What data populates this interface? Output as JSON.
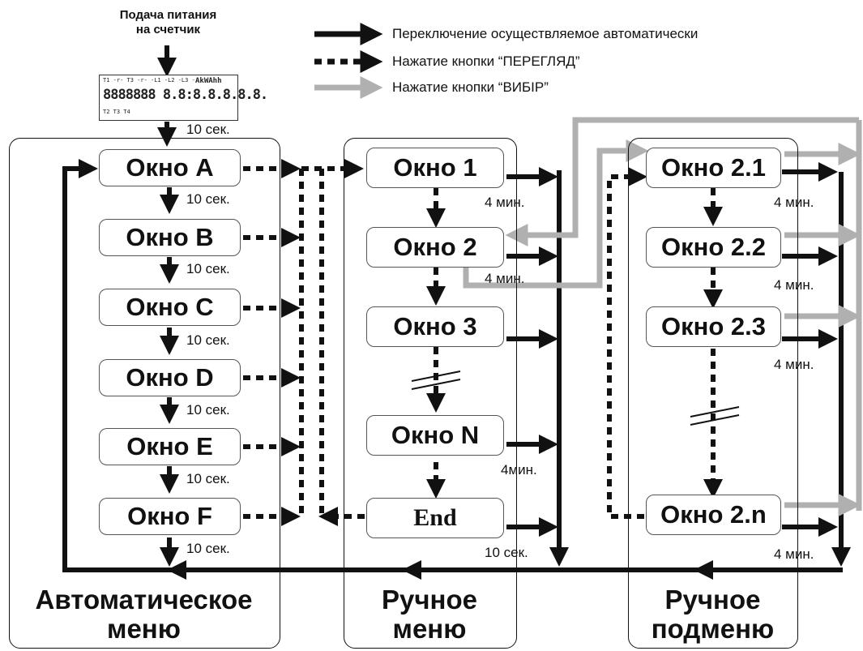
{
  "header": {
    "power_line1": "Подача питания",
    "power_line2": "на счетчик"
  },
  "lcd": {
    "top_row": "T1 -r- T3 -r- -L1 -L2 -L3 -",
    "unit": "AkWAhh",
    "digits": "8888888 8.8:8.8.8.8.8.",
    "bottom_row": "T2 T3 T4"
  },
  "legend": {
    "auto_switch": "Переключение осуществляемое автоматически",
    "press_peregliad": "Нажатие кнопки “ПЕРЕГЛЯД”",
    "press_vybir": "Нажатие кнопки “ВИБІР”"
  },
  "auto_menu": {
    "title_line1": "Автоматическое",
    "title_line2": "меню",
    "windows": [
      "Окно A",
      "Окно B",
      "Окно C",
      "Окно D",
      "Окно E",
      "Окно F"
    ],
    "delay_label": "10 сек."
  },
  "manual_menu": {
    "title_line1": "Ручное",
    "title_line2": "меню",
    "windows": [
      "Окно 1",
      "Окно 2",
      "Окно 3",
      "Окно N",
      "End"
    ],
    "timeouts": [
      "4 мин.",
      "4 мин.",
      "4мин.",
      "10 сек."
    ]
  },
  "manual_submenu": {
    "title_line1": "Ручное",
    "title_line2": "подменю",
    "windows": [
      "Окно 2.1",
      "Окно 2.2",
      "Окно 2.3",
      "Окно 2.n"
    ],
    "timeouts": [
      "4 мин.",
      "4 мин.",
      "4 мин.",
      "4 мин."
    ]
  },
  "colors": {
    "solid_arrow": "#111111",
    "gray_arrow": "#b0b0b0"
  }
}
